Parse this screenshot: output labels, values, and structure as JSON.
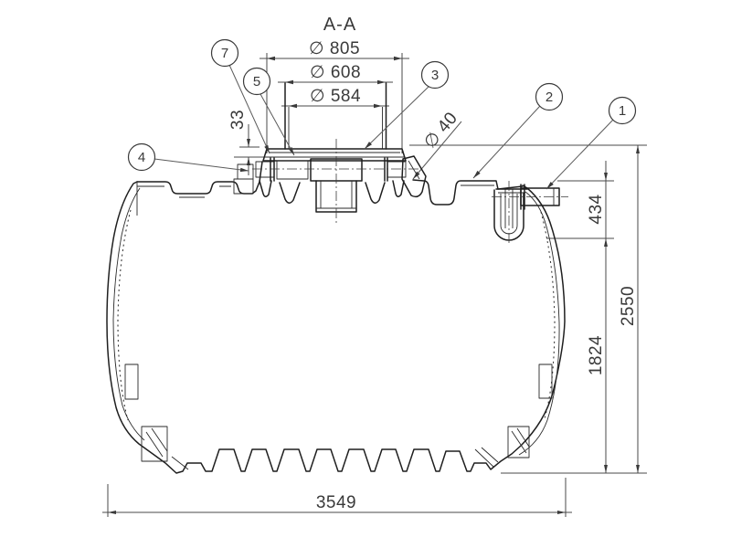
{
  "title": "A-A",
  "dimensions": {
    "dia805": "∅ 805",
    "dia608": "∅ 608",
    "dia584": "∅ 584",
    "h33": "33",
    "dia40": "∅ 40",
    "h434": "434",
    "h1824": "1824",
    "h2550": "2550",
    "w3549": "3549"
  },
  "balloons": {
    "b1": "1",
    "b2": "2",
    "b3": "3",
    "b4": "4",
    "b5": "5",
    "b7": "7"
  },
  "colors": {
    "drawing_line": "#1f1f1f",
    "dimension_line": "#4a4a4a",
    "background": "#ffffff"
  }
}
